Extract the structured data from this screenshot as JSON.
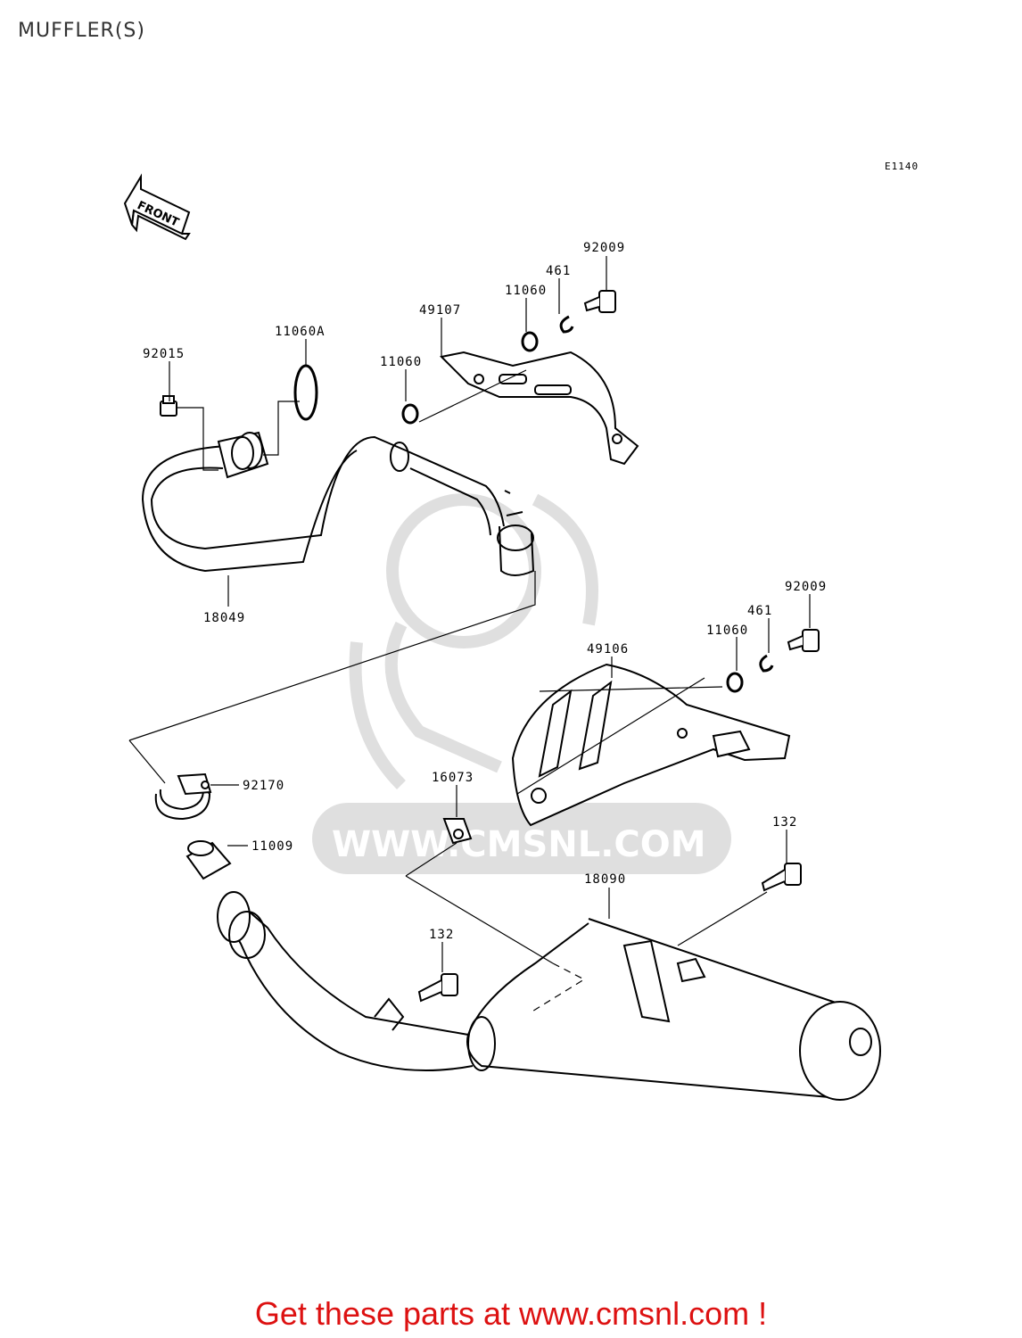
{
  "page": {
    "title": "MUFFLER(S)",
    "drawing_code": "E1140",
    "front_arrow_label": "FRONT"
  },
  "parts": [
    {
      "id": "92009",
      "label": "92009"
    },
    {
      "id": "461",
      "label": "461"
    },
    {
      "id": "11060",
      "label": "11060"
    },
    {
      "id": "49107",
      "label": "49107"
    },
    {
      "id": "11060A",
      "label": "11060A"
    },
    {
      "id": "92015",
      "label": "92015"
    },
    {
      "id": "11060",
      "label": "11060"
    },
    {
      "id": "18049",
      "label": "18049"
    },
    {
      "id": "92009",
      "label": "92009"
    },
    {
      "id": "461",
      "label": "461"
    },
    {
      "id": "11060",
      "label": "11060"
    },
    {
      "id": "49106",
      "label": "49106"
    },
    {
      "id": "92170",
      "label": "92170"
    },
    {
      "id": "16073",
      "label": "16073"
    },
    {
      "id": "11009",
      "label": "11009"
    },
    {
      "id": "132",
      "label": "132"
    },
    {
      "id": "18090",
      "label": "18090"
    },
    {
      "id": "132",
      "label": "132"
    }
  ],
  "watermark": {
    "text": "WWW.CMSNL.COM",
    "color": "#dcdcdc"
  },
  "footer": {
    "cta": "Get these parts at www.cmsnl.com !",
    "color": "#dd1111"
  }
}
